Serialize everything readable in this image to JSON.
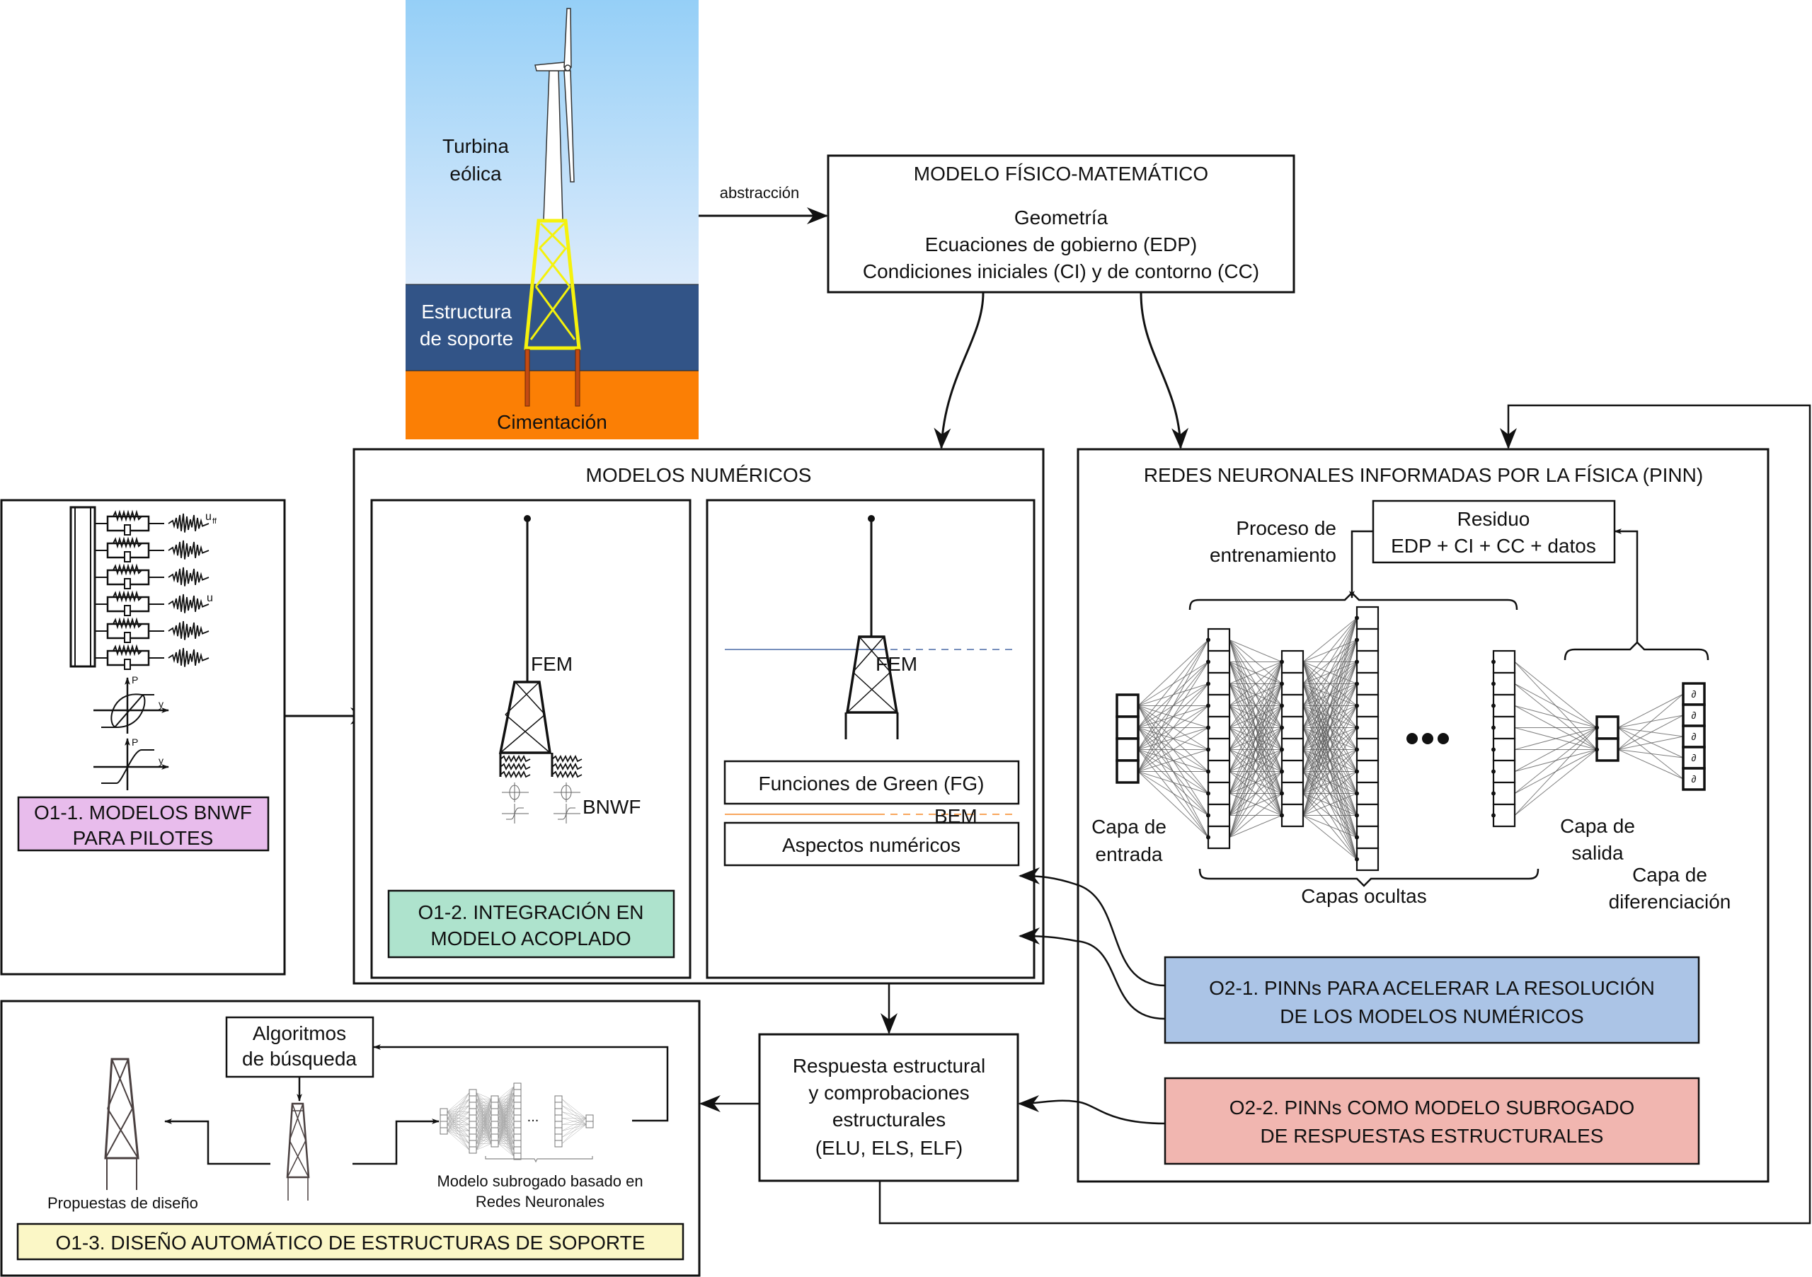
{
  "scene": {
    "turbine_label": [
      "Turbina",
      "eólica"
    ],
    "support_label": [
      "Estructura",
      "de soporte"
    ],
    "foundation_label": "Cimentación",
    "colors": {
      "sky_top": "#95cff7",
      "sky_bottom": "#dcebfb",
      "sea": "#325487",
      "soil": "#fb7f05",
      "jacket": "#f5f20c",
      "pile": "#c44a12"
    }
  },
  "abstraction_label": "abstracción",
  "physical_model": {
    "title": "MODELO FÍSICO-MATEMÁTICO",
    "lines": [
      "Geometría",
      "Ecuaciones de gobierno (EDP)",
      "Condiciones iniciales (CI) y de contorno (CC)"
    ]
  },
  "numerical_models": {
    "title": "MODELOS NUMÉRICOS",
    "fem_label": "FEM",
    "bnwf_label": "BNWF",
    "bem_label": "BEM",
    "green_box": "Funciones de Green (FG)",
    "numeric_box": "Aspectos numéricos"
  },
  "bnwf_panel": {
    "u_ff": "u",
    "u_ff_sub": "ff",
    "u": "u",
    "axis_p": "P",
    "axis_y": "y"
  },
  "objectives": {
    "o1_1": {
      "lines": [
        "O1-1. MODELOS BNWF",
        "PARA PILOTES"
      ],
      "color": "#e8bcec"
    },
    "o1_2": {
      "lines": [
        "O1-2. INTEGRACIÓN EN",
        "MODELO ACOPLADO"
      ],
      "color": "#aee3cd"
    },
    "o1_3": {
      "lines": [
        "O1-3. DISEÑO AUTOMÁTICO DE ESTRUCTURAS DE SOPORTE"
      ],
      "color": "#fbf7c6"
    },
    "o2_1": {
      "lines": [
        "O2-1. PINNs PARA ACELERAR LA RESOLUCIÓN",
        "DE LOS MODELOS NUMÉRICOS"
      ],
      "color": "#abc4e6"
    },
    "o2_2": {
      "lines": [
        "O2-2. PINNs COMO MODELO SUBROGADO",
        "DE RESPUESTAS ESTRUCTURALES"
      ],
      "color": "#f1b6b0"
    }
  },
  "pinn": {
    "title": "REDES NEURONALES INFORMADAS POR LA FÍSICA (PINN)",
    "residual_lines": [
      "Residuo",
      "EDP + CI + CC + datos"
    ],
    "training_label": [
      "Proceso de",
      "entrenamiento"
    ],
    "input_layer": [
      "Capa de",
      "entrada"
    ],
    "hidden_layers": "Capas ocultas",
    "output_layer": [
      "Capa de",
      "salida"
    ],
    "diff_layer": [
      "Capa de",
      "diferenciación"
    ],
    "diff_symbol": "∂",
    "layer_sizes": {
      "input": 4,
      "hidden": [
        10,
        8,
        12,
        8
      ],
      "output": 2,
      "diff": 5
    }
  },
  "structural_response": {
    "lines": [
      "Respuesta estructural",
      "y comprobaciones",
      "estructurales",
      "(ELU, ELS, ELF)"
    ]
  },
  "design": {
    "search_box": [
      "Algoritmos",
      "de búsqueda"
    ],
    "proposals_label": "Propuestas de diseño",
    "surrogate_label": [
      "Modelo subrogado basado en",
      "Redes Neuronales"
    ],
    "dots": "..."
  }
}
